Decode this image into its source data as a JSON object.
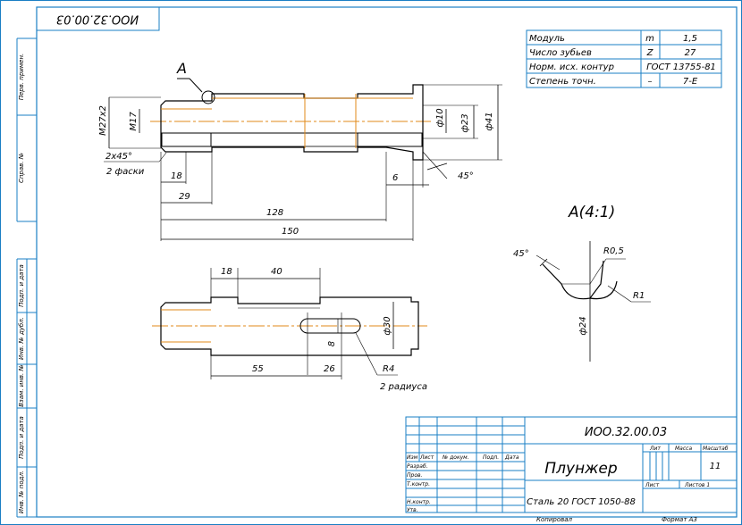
{
  "drawing": {
    "code_top_inverted": "ИОО.32.00.03",
    "code": "ИОО.32.00.03",
    "part_name": "Плунжер",
    "material": "Сталь 20 ГОСТ 1050-88",
    "scale_value": "11",
    "sheets_value": "1",
    "copied": "Копировал",
    "format": "Формат А3"
  },
  "side_margin": {
    "perv_primen": "Перв. примен.",
    "sprav_no": "Справ. №",
    "podp_data_1": "Подп. и дата",
    "inv_dubl": "Инв. № дубл.",
    "vzam_inv": "Взам. инв. №",
    "podp_data_2": "Подп. и дата",
    "inv_podl": "Инв. № подл."
  },
  "gear_table": [
    {
      "label": "Модуль",
      "symbol": "m",
      "value": "1,5"
    },
    {
      "label": "Число зубьев",
      "symbol": "Z",
      "value": "27"
    },
    {
      "label": "Норм. исх. контур",
      "symbol": "",
      "value": "ГОСТ 13755-81"
    },
    {
      "label": "Степень точн.",
      "symbol": "–",
      "value": "7-Е"
    }
  ],
  "title_block": {
    "headers": {
      "lit": "Лит",
      "massa": "Масса",
      "masshtab": "Масштаб",
      "list": "Лист",
      "listov": "Листов 1"
    },
    "col_headers": {
      "izm": "Изм",
      "list": "Лист",
      "doc": "№ докум.",
      "podp": "Подп.",
      "data": "Дата"
    },
    "roles": [
      "Разраб.",
      "Пров.",
      "Т.контр.",
      "Н.контр.",
      "Утв."
    ]
  },
  "view_labels": {
    "detail_callout": "А",
    "detail_title": "А(4:1)"
  },
  "dimensions": {
    "thread": "М27х2",
    "m17": "М17",
    "chamfer": "2х45°",
    "chamfer_note": "2 фаски",
    "d18": "18",
    "d29": "29",
    "d128": "128",
    "d150": "150",
    "d6": "6",
    "a45": "45°",
    "phi10": "ф10",
    "phi23": "ф23",
    "phi41": "ф41",
    "bot_18": "18",
    "bot_40": "40",
    "bot_55": "55",
    "bot_26": "26",
    "bot_8": "8",
    "bot_phi30": "ф30",
    "r4": "R4",
    "radii_note": "2 радиуса",
    "det_45": "45°",
    "det_r05": "R0,5",
    "det_r1": "R1",
    "det_phi24": "ф24"
  }
}
